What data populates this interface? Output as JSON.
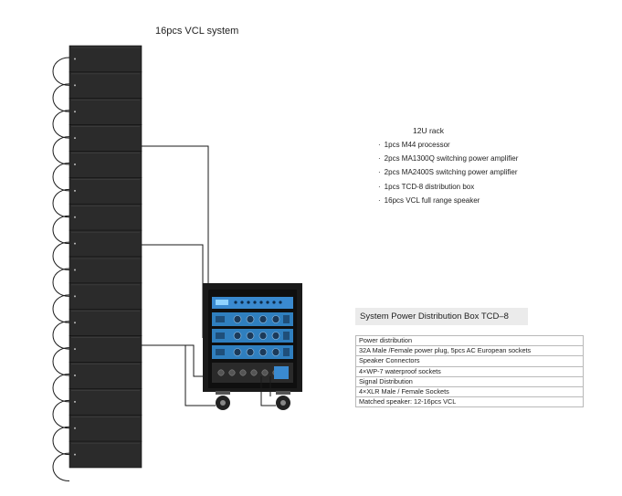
{
  "title": "16pcs VCL system",
  "speaker_count": 16,
  "amplifier_count": 3,
  "rack": {
    "title": "12U rack",
    "items": [
      "1pcs M44 processor",
      "2pcs MA1300Q switching power amplifier",
      "2pcs MA2400S switching power amplifier",
      "1pcs TCD-8 distribution box",
      "16pcs VCL full range speaker"
    ]
  },
  "distribution_box": {
    "title": "System Power Distribution Box TCD–8",
    "rows": [
      "Power distribution",
      "32A Male /Female power plug, 5pcs AC European sockets",
      "Speaker Connectors",
      "4×WP-7 waterproof sockets",
      "Signal Distribution",
      "4×XLR Male / Female Sockets",
      "Matched speaker: 12-16pcs VCL"
    ]
  },
  "colors": {
    "speaker_body": "#2b2b2b",
    "rack_case": "#1a1a1a",
    "amplifier_panel": "#2f7fbf",
    "table_border": "#b9b9b9",
    "box_title_bg": "#ebebeb"
  }
}
